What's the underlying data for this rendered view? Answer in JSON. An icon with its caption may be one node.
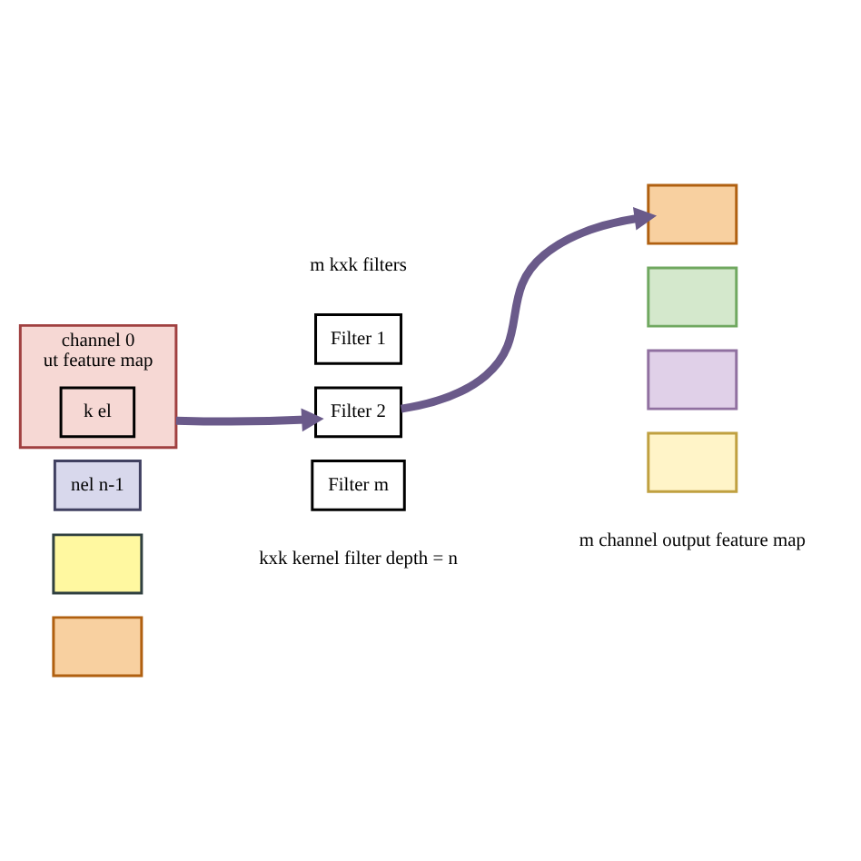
{
  "diagram": {
    "nodes": [
      {
        "text": [
          "nel n-1"
        ]
      },
      {
        "text": [],
        "shape": "box"
      },
      {
        "text": [],
        "shape": "box"
      },
      {
        "text": [
          "channel 0",
          "ut feature map"
        ]
      },
      {
        "text": [
          "k el"
        ],
        "in": 3
      },
      {
        "text": [
          "Filter 1"
        ]
      },
      {
        "text": [
          "Filter 2"
        ]
      },
      {
        "text": [
          "Filter m"
        ]
      },
      {
        "text": [],
        "shape": "box"
      },
      {
        "text": [],
        "shape": "box"
      },
      {
        "text": [],
        "shape": "box"
      },
      {
        "text": [],
        "shape": "box"
      }
    ],
    "edges": [
      {
        "from": 3,
        "to": 6,
        "arrow": "to"
      },
      {
        "from": 6,
        "to": 8,
        "arrow": "to"
      }
    ],
    "labels": [
      "m kxk filters",
      "kxk kernel filter depth = n",
      "m channel output feature map"
    ]
  }
}
